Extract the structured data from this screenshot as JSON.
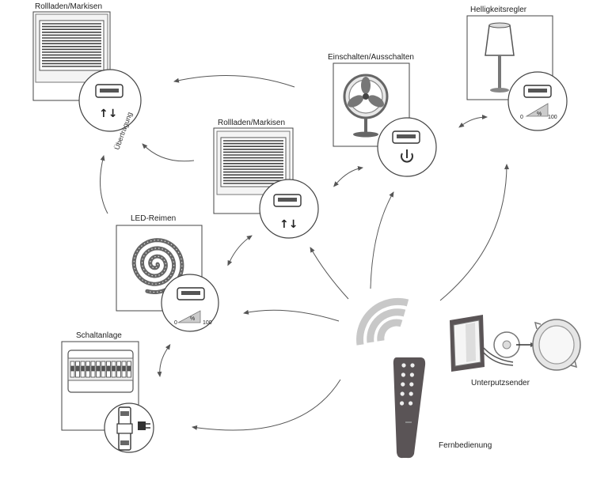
{
  "labels": {
    "shutter_top": "Rollladen/Markisen",
    "shutter_mid": "Rollladen/Markisen",
    "switch_onoff": "Einschalten/Ausschalten",
    "dimmer_lamp": "Helligkeitsregler",
    "led_strip": "LED-Reimen",
    "switchboard": "Schaltanlage",
    "flush_transmitter": "Unterputzsender",
    "remote": "Fernbedienung",
    "transmission": "Übertragung"
  },
  "dimmer_scale": {
    "min": "0",
    "unit": "%",
    "max": "100"
  },
  "arrows_symbol": "↑↓",
  "colors": {
    "line": "#555555",
    "remote_body": "#5a5456",
    "wifi": "#c8c8c8",
    "frame": "#444444"
  }
}
